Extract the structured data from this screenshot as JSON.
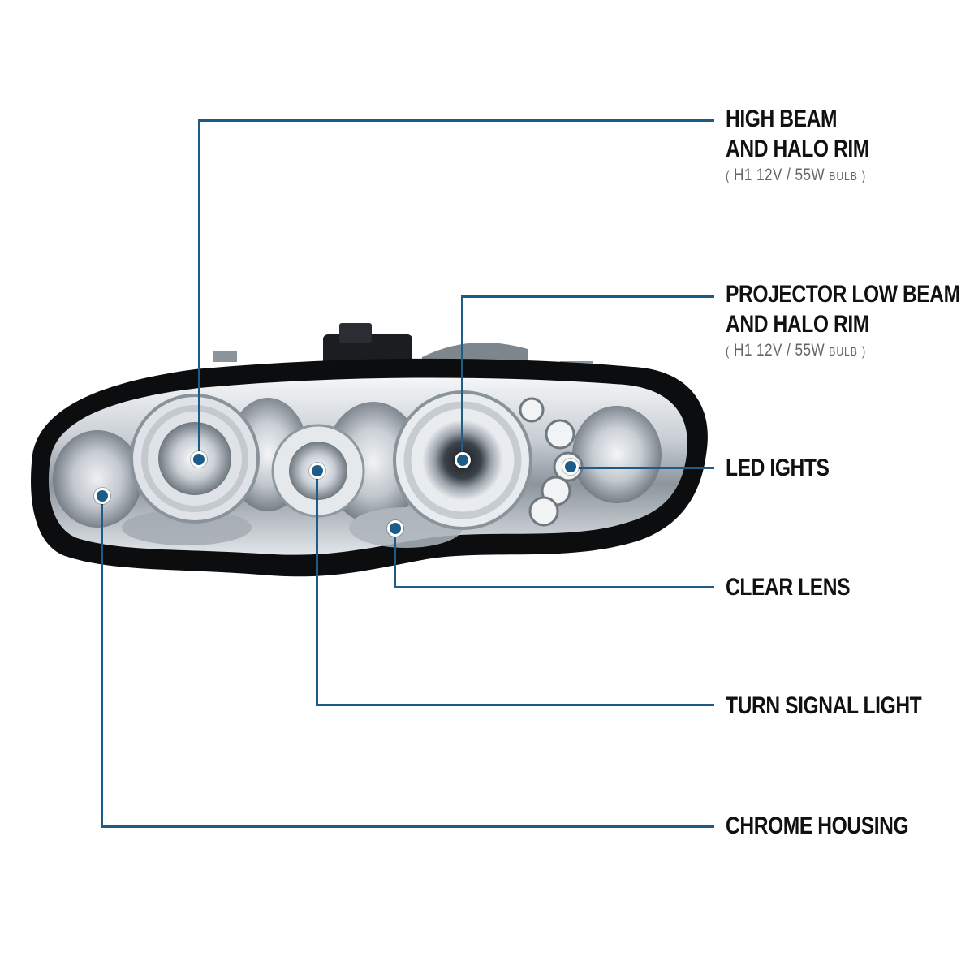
{
  "accent_color": "#1e5b86",
  "product": "headlight-assembly",
  "callouts": [
    {
      "id": "high-beam",
      "lines": [
        "HIGH BEAM",
        "AND HALO RIM"
      ],
      "spec": {
        "open": "(",
        "value": "H1  12V / 55W",
        "unit": "BULB",
        "close": ")"
      }
    },
    {
      "id": "low-beam",
      "lines": [
        "PROJECTOR LOW BEAM",
        "AND HALO RIM"
      ],
      "spec": {
        "open": "(",
        "value": "H1  12V / 55W",
        "unit": "BULB",
        "close": ")"
      }
    },
    {
      "id": "led",
      "lines": [
        "LED IGHTS"
      ]
    },
    {
      "id": "lens",
      "lines": [
        "CLEAR LENS"
      ]
    },
    {
      "id": "turn-signal",
      "lines": [
        "TURN SIGNAL LIGHT"
      ]
    },
    {
      "id": "housing",
      "lines": [
        "CHROME HOUSING"
      ]
    }
  ]
}
